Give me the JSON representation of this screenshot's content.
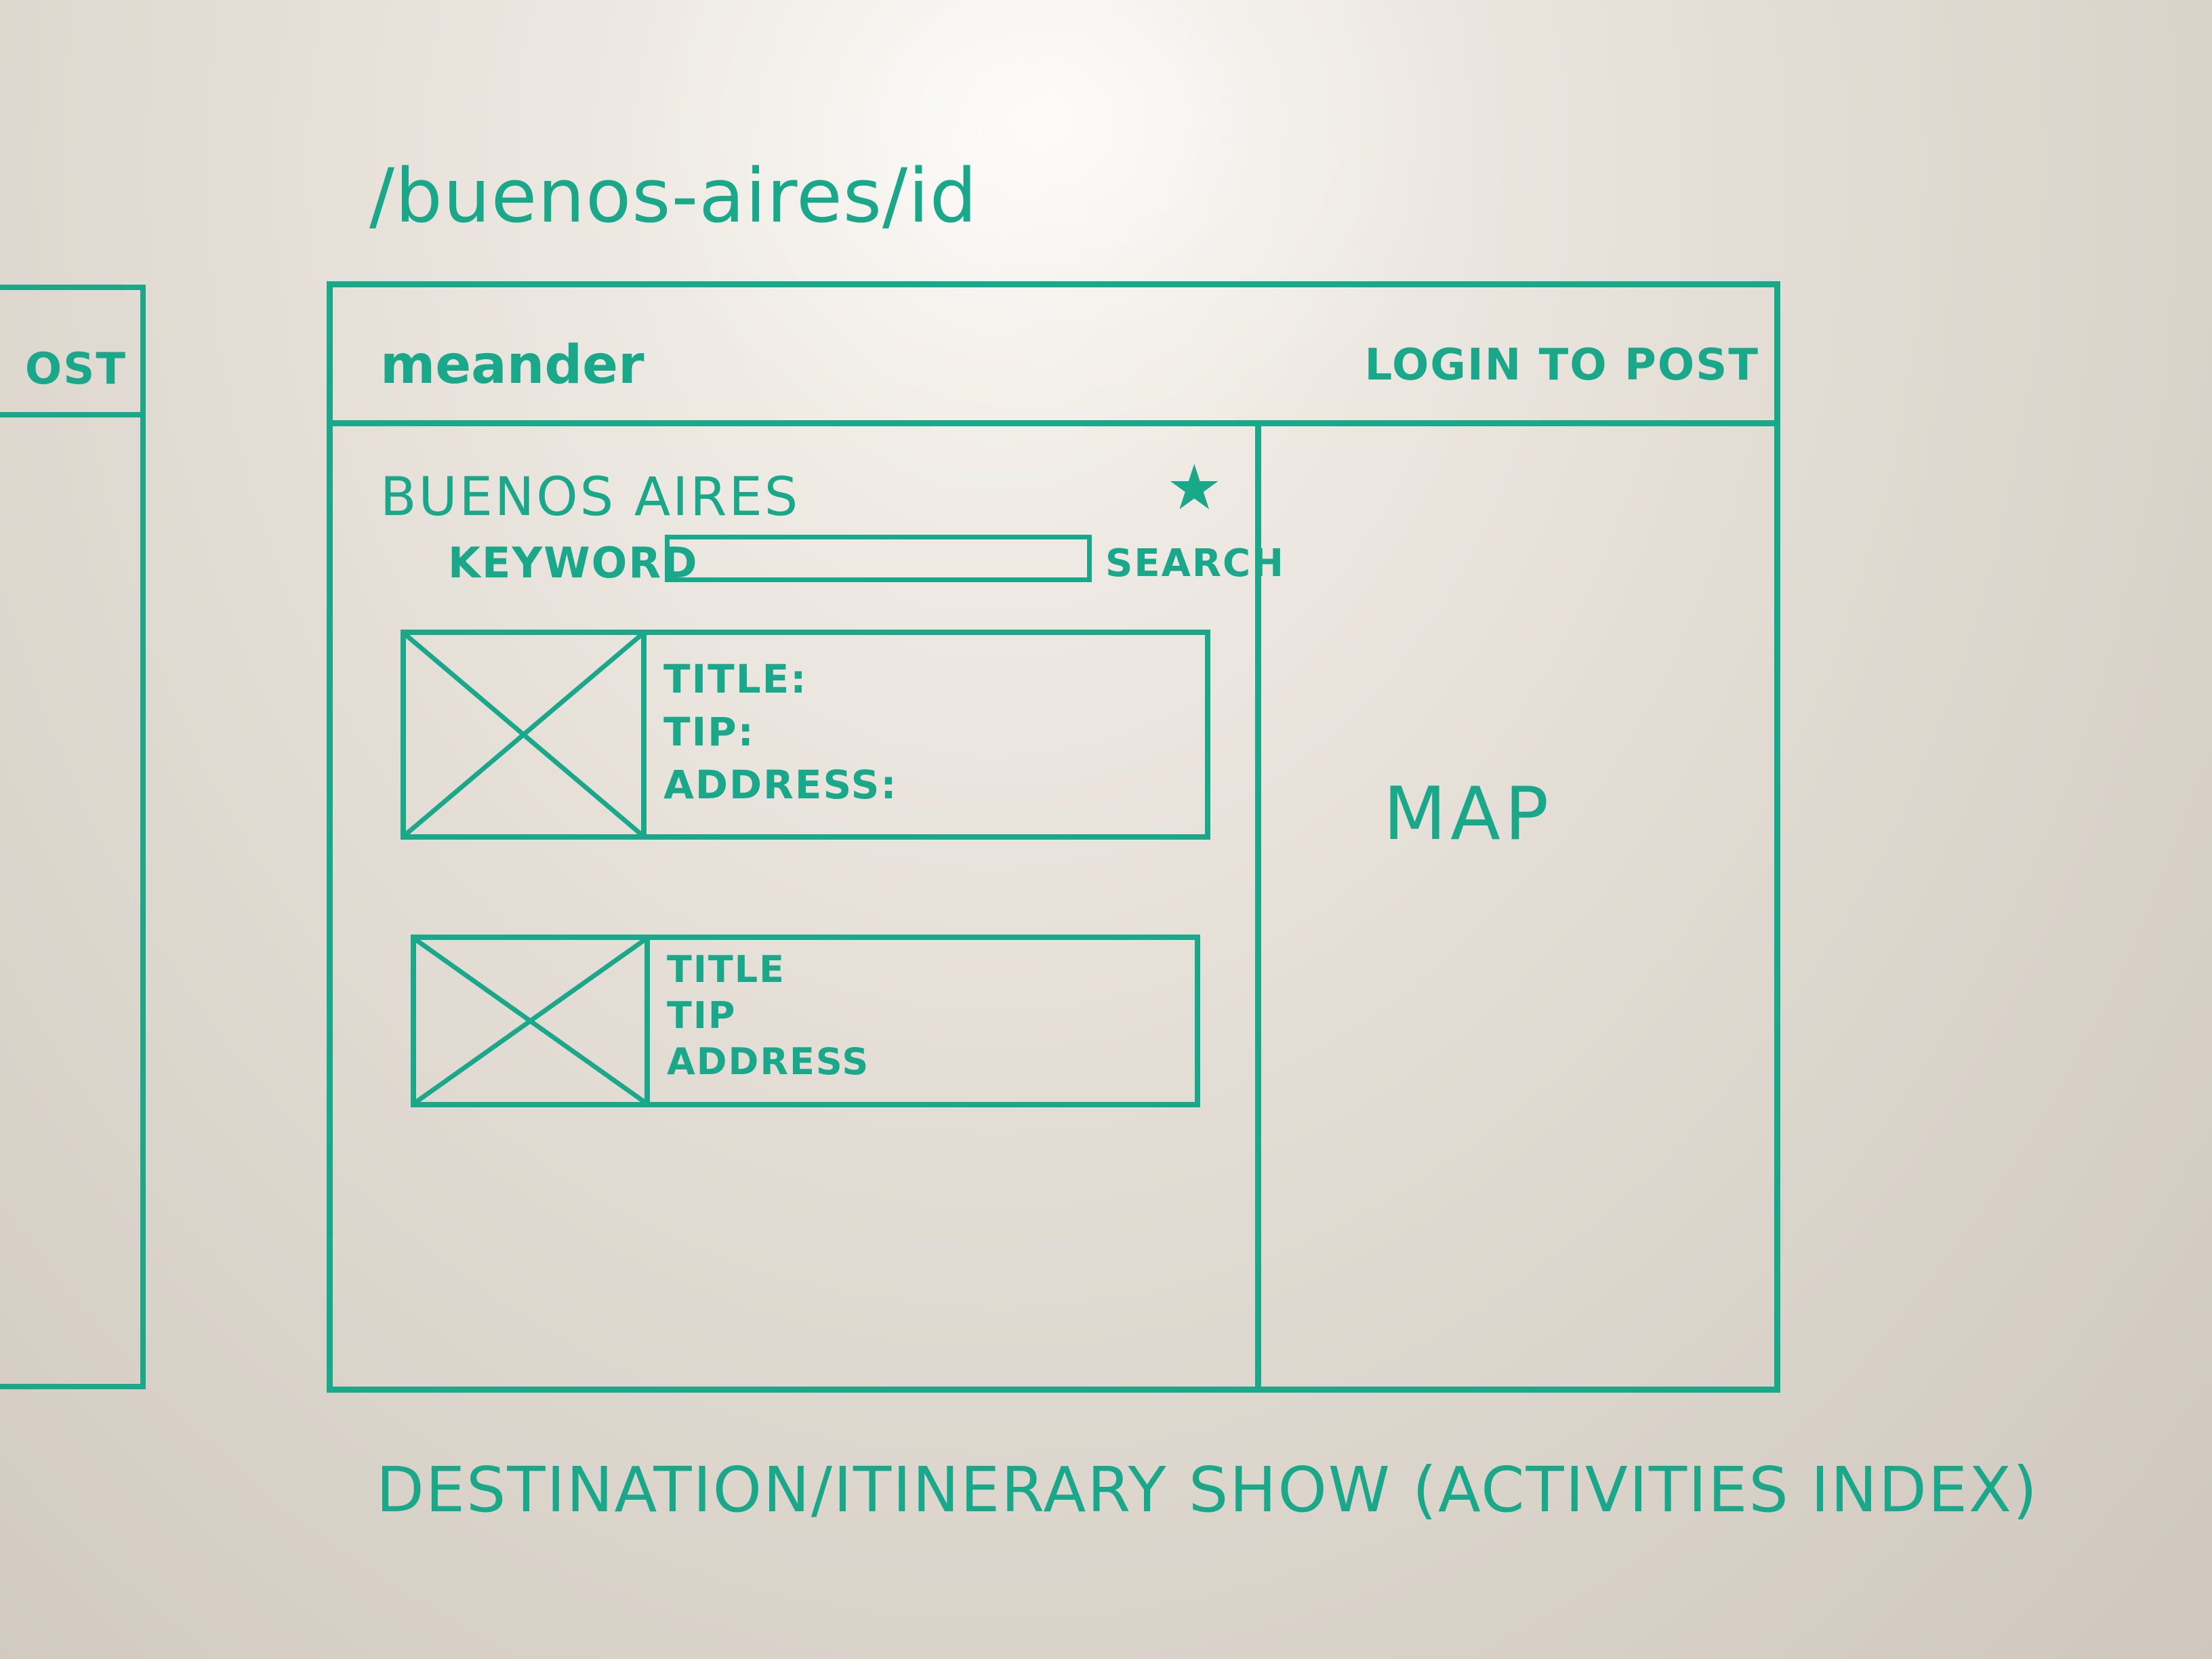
{
  "route": "/buenos-aires/id",
  "previous_frame": {
    "header_text": "OST"
  },
  "header": {
    "brand": "meander",
    "login_link": "LOGIN TO POST"
  },
  "destination": {
    "title": "BUENOS AIRES",
    "favorite_icon": "star-icon",
    "search": {
      "label": "KEYWORD",
      "value": "",
      "placeholder": "",
      "button": "SEARCH"
    }
  },
  "activities": [
    {
      "image_icon": "image-placeholder-icon",
      "title_label": "TITLE:",
      "tip_label": "TIP:",
      "address_label": "ADDRESS:"
    },
    {
      "image_icon": "image-placeholder-icon",
      "title_label": "TITLE",
      "tip_label": "TIP",
      "address_label": "ADDRESS"
    }
  ],
  "map": {
    "label": "MAP"
  },
  "caption": "DESTINATION/ITINERARY SHOW (ACTIVITIES INDEX)",
  "colors": {
    "ink": "#1aa88a",
    "board": "#e3ddd5"
  }
}
